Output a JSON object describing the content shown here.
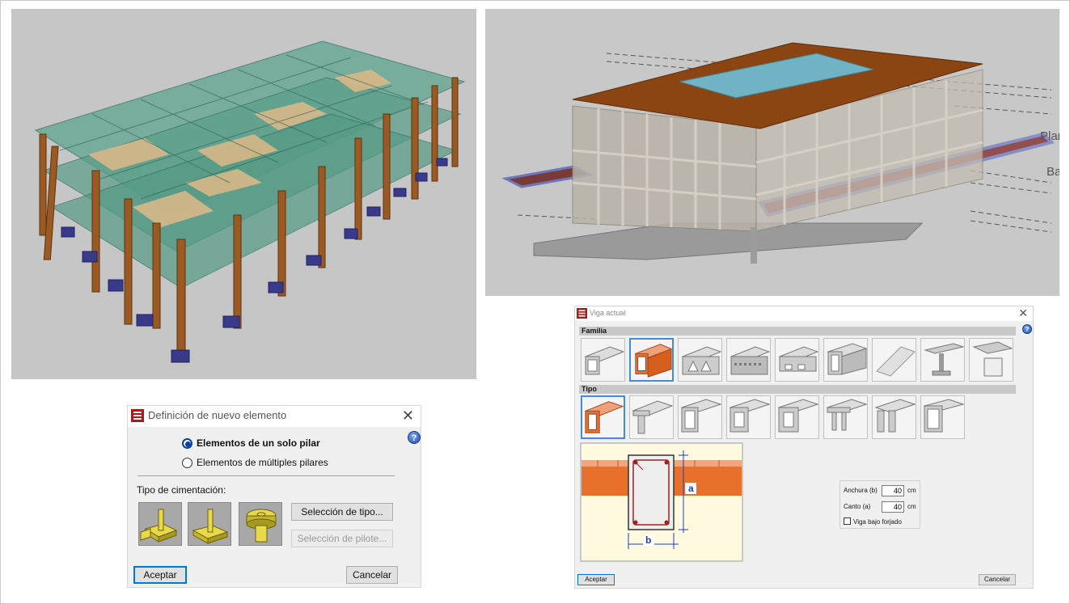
{
  "dialog_new_element": {
    "title": "Definición de nuevo elemento",
    "radio_single": "Elementos de un solo pilar",
    "radio_multiple": "Elementos de múltiples pilares",
    "foundation_label": "Tipo de cimentación:",
    "select_type_button": "Selección de tipo...",
    "select_pile_button": "Selección de pilote...",
    "accept_button": "Aceptar",
    "cancel_button": "Cancelar",
    "help": "?"
  },
  "dialog_beam": {
    "title": "Viga actual",
    "family_header": "Familia",
    "type_header": "Tipo",
    "width_label": "Anchura (b)",
    "width_value": "40",
    "width_unit": "cm",
    "depth_label": "Canto (a)",
    "depth_value": "40",
    "depth_unit": "cm",
    "under_slab_label": "Viga bajo forjado",
    "dim_a": "a",
    "dim_b": "b",
    "accept_button": "Aceptar",
    "cancel_button": "Cancelar",
    "help": "?"
  },
  "right_view": {
    "label_plan": "Plan",
    "label_ba": "Ba"
  },
  "colors": {
    "accent_blue": "#0078d7",
    "beam_orange": "#e8702a",
    "column_brown": "#9b5a22",
    "glass_green": "#4f9a8a"
  }
}
